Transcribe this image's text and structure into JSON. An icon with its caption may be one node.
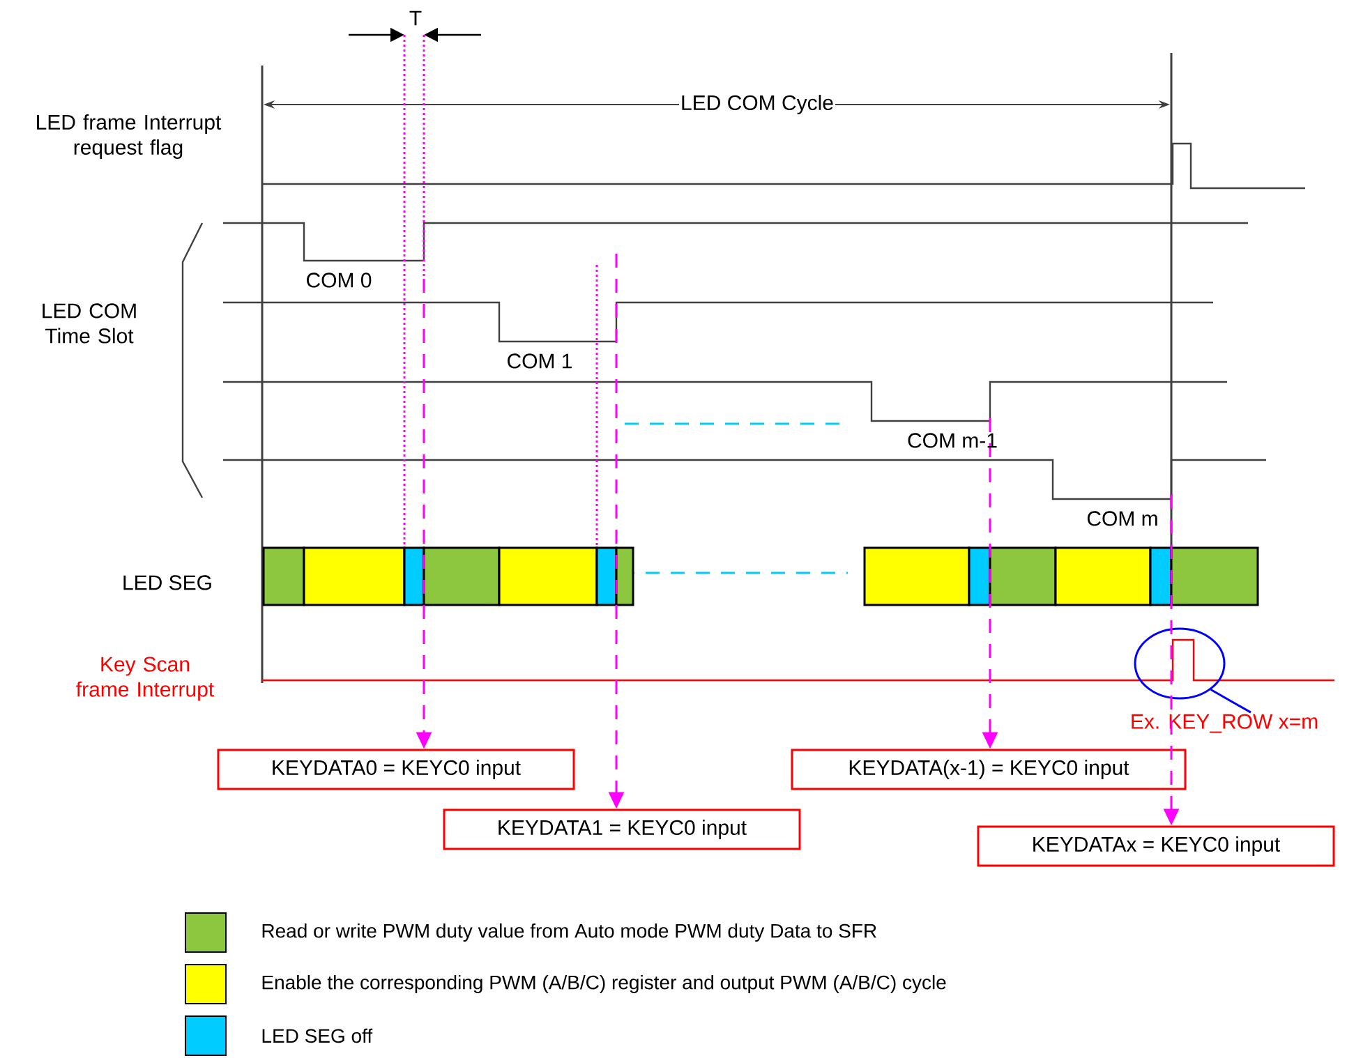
{
  "diagram": {
    "nodes": [
      {
        "text": [],
        "shape": "circle"
      },
      {
        "text": [
          "Ex. KEY_ROW x=m"
        ]
      },
      {
        "text": [
          "KEYDATA0 = KEYC0 input"
        ]
      },
      {
        "text": [
          "KEYDATA(x-1) = KEYC0 input"
        ]
      },
      {
        "text": [
          "KEYDATA1 = KEYC0 input"
        ]
      },
      {
        "text": [
          "KEYDATAx = KEYC0 input"
        ]
      }
    ],
    "edges": [
      {
        "from": 1,
        "to": 0,
        "arrow": "none",
        "color": "#0000ff"
      },
      {
        "from": null,
        "to": 2,
        "arrow": "to",
        "style": "dashed",
        "color": "#ff00ff"
      },
      {
        "from": null,
        "to": 4,
        "arrow": "to",
        "style": "dashed",
        "color": "#ff00ff"
      },
      {
        "from": null,
        "to": 3,
        "arrow": "to",
        "style": "dashed",
        "color": "#ff00ff"
      },
      {
        "from": null,
        "to": 5,
        "arrow": "to",
        "style": "dashed",
        "color": "#ff00ff"
      }
    ],
    "labels": [
      "T",
      "LED COM Cycle",
      "LED frame Interrupt request flag",
      "LED COM Time Slot",
      "COM 0",
      "COM 1",
      "COM m-1",
      "COM m",
      "LED SEG",
      "Key Scan frame Interrupt"
    ],
    "legend": [
      {
        "text": "Read or write PWM duty value from Auto mode PWM duty Data to SFR",
        "color": "#8dc63f"
      },
      {
        "text": "Enable the corresponding PWM (A/B/C) register and output  PWM (A/B/C) cycle",
        "color": "#ffff00"
      },
      {
        "text": "LED SEG off",
        "color": "#00ccff"
      }
    ]
  }
}
